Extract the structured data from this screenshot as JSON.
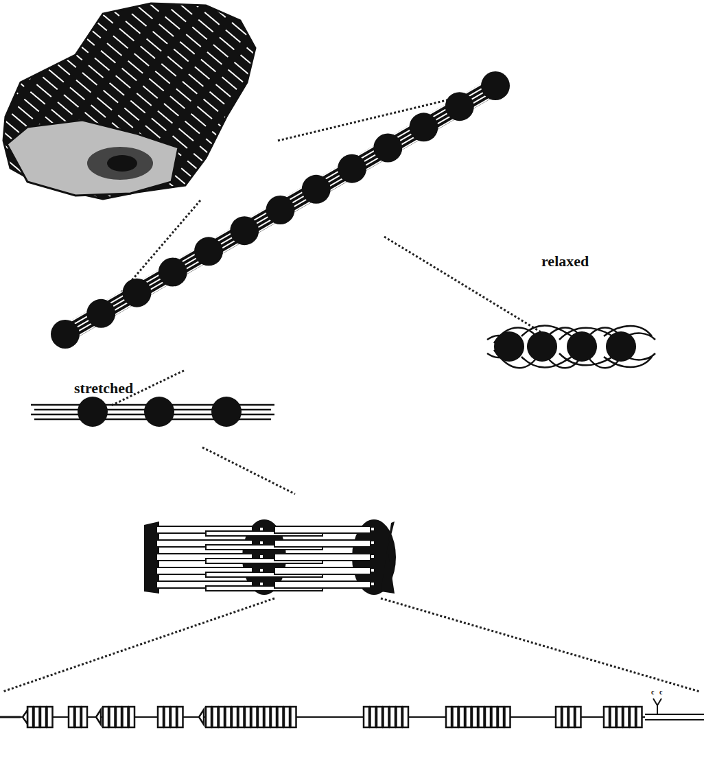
{
  "diagram": {
    "labels": [
      "relaxed",
      "stretched",
      "c",
      "c"
    ]
  }
}
